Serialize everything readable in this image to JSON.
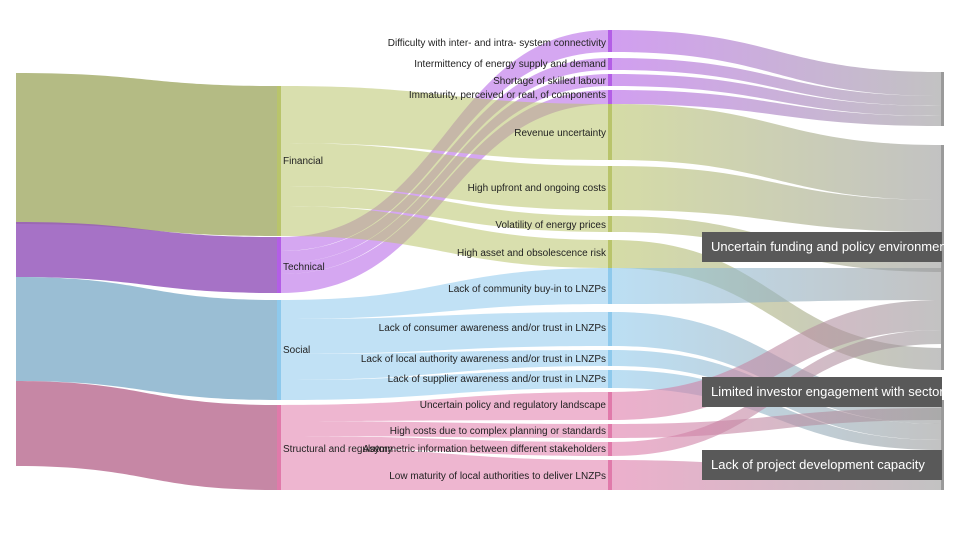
{
  "colors": {
    "financial": "#b9c46b",
    "technical": "#b35ee6",
    "social": "#8ec9ec",
    "structural": "#e07aaa",
    "outcome": "#9a9a9a",
    "box_bg": "#595959",
    "box_text": "#ffffff"
  },
  "categories": [
    {
      "key": "financial",
      "label": "Financial"
    },
    {
      "key": "technical",
      "label": "Technical"
    },
    {
      "key": "social",
      "label": "Social"
    },
    {
      "key": "structural",
      "label": "Structural and regulatory"
    }
  ],
  "barriers": [
    {
      "key": "connectivity",
      "category": "technical",
      "label": "Difficulty with inter- and intra- system connectivity"
    },
    {
      "key": "intermittency",
      "category": "technical",
      "label": "Intermittency of energy supply and demand"
    },
    {
      "key": "skills",
      "category": "technical",
      "label": "Shortage of skilled labour"
    },
    {
      "key": "immaturity",
      "category": "technical",
      "label": "Immaturity, perceived or real, of components"
    },
    {
      "key": "revenue",
      "category": "financial",
      "label": "Revenue uncertainty"
    },
    {
      "key": "upfront",
      "category": "financial",
      "label": "High upfront and ongoing costs"
    },
    {
      "key": "volatility",
      "category": "financial",
      "label": "Volatility of energy prices"
    },
    {
      "key": "asset",
      "category": "financial",
      "label": "High asset and obsolescence risk"
    },
    {
      "key": "community",
      "category": "social",
      "label": "Lack of community buy-in to LNZPs"
    },
    {
      "key": "consumer",
      "category": "social",
      "label": "Lack of consumer awareness and/or trust in LNZPs"
    },
    {
      "key": "local_auth",
      "category": "social",
      "label": "Lack of local authority awareness and/or trust in LNZPs"
    },
    {
      "key": "supplier",
      "category": "social",
      "label": "Lack of supplier awareness and/or trust in LNZPs"
    },
    {
      "key": "policy",
      "category": "structural",
      "label": "Uncertain policy and regulatory landscape"
    },
    {
      "key": "planning",
      "category": "structural",
      "label": "High costs due to complex planning or standards"
    },
    {
      "key": "asymmetric",
      "category": "structural",
      "label": "Asymmetric information between different stakeholders"
    },
    {
      "key": "maturity_la",
      "category": "structural",
      "label": "Low maturity of local authorities to deliver LNZPs"
    }
  ],
  "outcomes": [
    {
      "key": "funding",
      "label": "Uncertain funding and policy environment"
    },
    {
      "key": "investor",
      "label": "Limited investor engagement with sector"
    },
    {
      "key": "capacity",
      "label": "Lack of project development capacity"
    }
  ]
}
